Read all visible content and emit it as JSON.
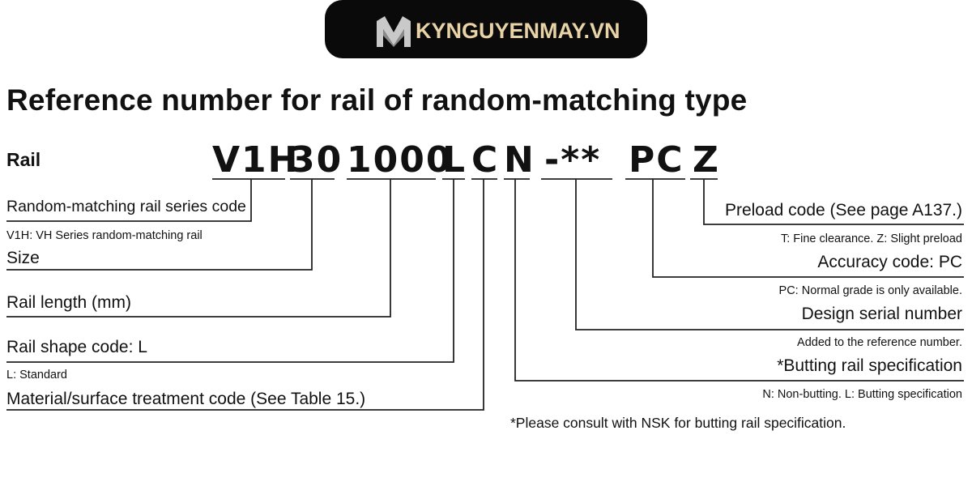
{
  "brand": {
    "logo_icon": "km-logo-icon",
    "site": "KYNGUYENMAY.VN",
    "colors": {
      "pill": "#0a0a0a",
      "logo_text": "#e8d3a6"
    }
  },
  "title": "Reference number for rail of random-matching type",
  "rail_label": "Rail",
  "code_segments": {
    "series": "V1H",
    "size": "30",
    "length": "1000",
    "shape": "L",
    "material": "C",
    "butting": "N",
    "design": "-**",
    "accuracy": "PC",
    "preload": "Z"
  },
  "left_labels": {
    "series_title": "Random-matching rail series code",
    "series_sub": "V1H: VH Series random-matching rail",
    "size_title": "Size",
    "length_title": "Rail length (mm)",
    "shape_title": "Rail shape code: L",
    "shape_sub": "L: Standard",
    "material_title": "Material/surface treatment code (See Table 15.)"
  },
  "right_labels": {
    "preload_title": "Preload code (See page A137.)",
    "preload_sub": "T: Fine clearance. Z: Slight preload",
    "accuracy_title": "Accuracy code: PC",
    "accuracy_sub": "PC: Normal grade is only available.",
    "design_title": "Design serial number",
    "design_sub": "Added to the reference number.",
    "butting_title": "*Butting rail specification",
    "butting_sub": "N: Non-butting. L: Butting specification"
  },
  "note": "*Please consult with NSK for butting rail specification."
}
